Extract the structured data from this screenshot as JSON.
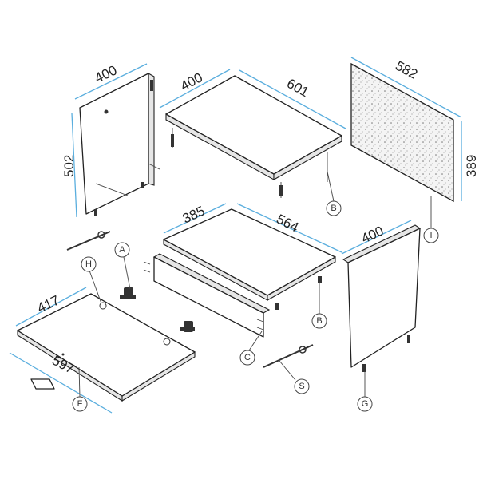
{
  "dimensions": {
    "side_left_width": "400",
    "side_left_height": "502",
    "top_depth": "400",
    "top_width": "601",
    "back_width": "582",
    "back_height": "389",
    "shelf_depth": "385",
    "shelf_width": "564",
    "side_right_width": "400",
    "bottom_depth": "417",
    "bottom_width": "597"
  },
  "part_labels": {
    "a": "A",
    "b1": "B",
    "b2": "B",
    "c": "C",
    "f": "F",
    "g": "G",
    "h": "H",
    "i": "I",
    "s": "S"
  },
  "colors": {
    "dimension_line": "#5aaede"
  }
}
